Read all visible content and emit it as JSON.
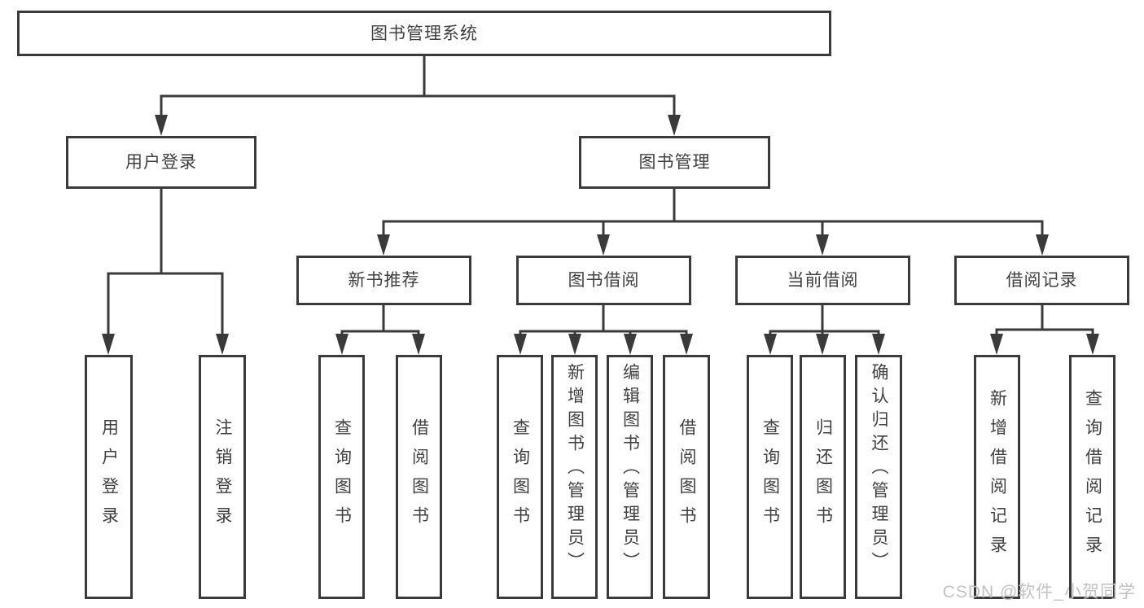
{
  "diagram": {
    "root": {
      "label": "图书管理系统"
    },
    "level2": [
      {
        "label": "用户登录"
      },
      {
        "label": "图书管理"
      }
    ],
    "level3": [
      {
        "label": "新书推荐",
        "parent": "图书管理"
      },
      {
        "label": "图书借阅",
        "parent": "图书管理"
      },
      {
        "label": "当前借阅",
        "parent": "图书管理"
      },
      {
        "label": "借阅记录",
        "parent": "图书管理"
      }
    ],
    "leaves": [
      {
        "label": "用户登录",
        "parent": "用户登录"
      },
      {
        "label": "注销登录",
        "parent": "用户登录"
      },
      {
        "label": "查询图书",
        "parent": "新书推荐"
      },
      {
        "label": "借阅图书",
        "parent": "新书推荐"
      },
      {
        "label": "查询图书",
        "parent": "图书借阅"
      },
      {
        "label": "新增图书（管理员）",
        "parent": "图书借阅"
      },
      {
        "label": "编辑图书（管理员）",
        "parent": "图书借阅"
      },
      {
        "label": "借阅图书",
        "parent": "图书借阅"
      },
      {
        "label": "查询图书",
        "parent": "当前借阅"
      },
      {
        "label": "归还图书",
        "parent": "当前借阅"
      },
      {
        "label": "确认归还（管理员）",
        "parent": "当前借阅"
      },
      {
        "label": "新增借阅记录",
        "parent": "借阅记录"
      },
      {
        "label": "查询借阅记录",
        "parent": "借阅记录"
      }
    ]
  },
  "watermark": {
    "text": "CSDN @软件_小贺同学"
  },
  "colors": {
    "line": "#3a3a3a",
    "text": "#3f3f3f",
    "watermark": "#c2c2c2",
    "background": "#ffffff"
  }
}
